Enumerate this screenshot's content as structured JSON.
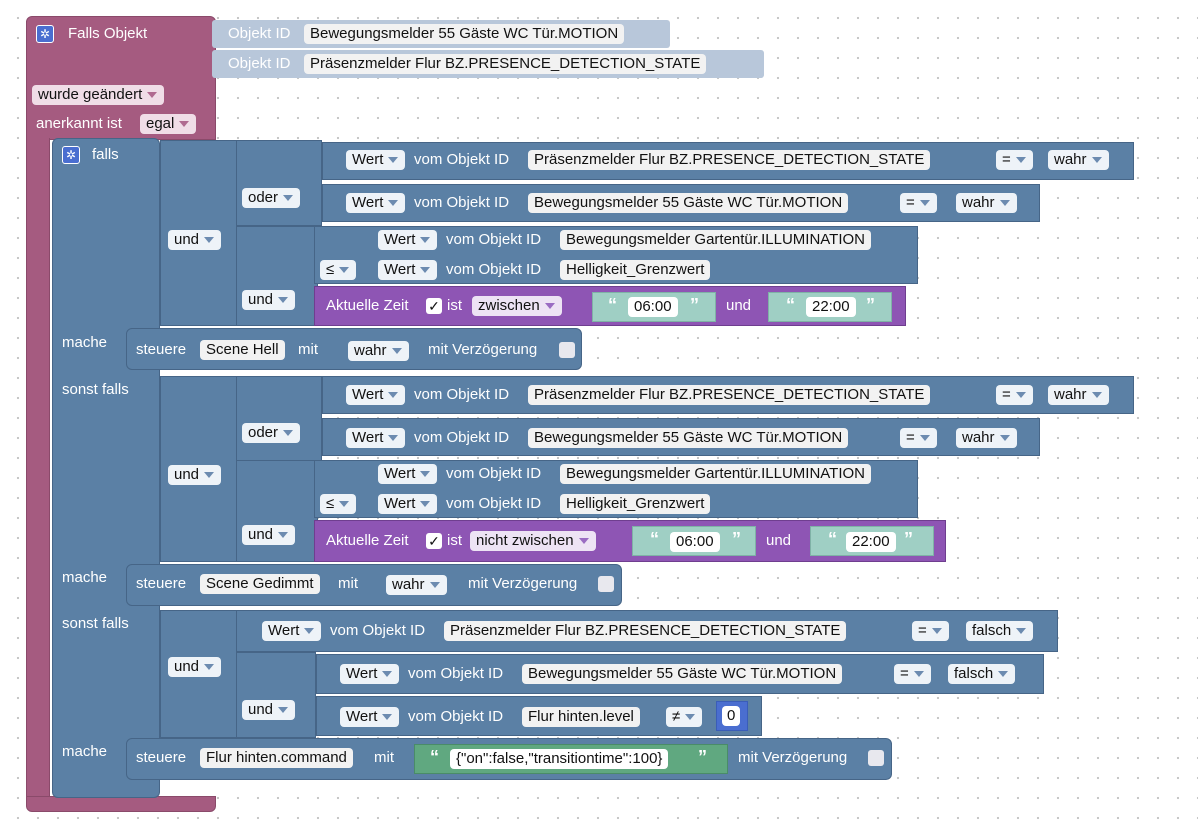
{
  "trigger": {
    "title": "Falls Objekt",
    "obj_label": "Objekt ID",
    "objects": [
      "Bewegungsmelder 55 Gäste WC Tür.MOTION",
      "Präsenzmelder Flur BZ.PRESENCE_DETECTION_STATE"
    ],
    "changed": "wurde geändert",
    "ack_label": "anerkannt ist",
    "ack_value": "egal"
  },
  "labels": {
    "falls": "falls",
    "mache": "mache",
    "sonst_falls": "sonst falls",
    "und": "und",
    "oder": "oder",
    "wert": "Wert",
    "vom_objekt": "vom Objekt ID",
    "eq": "=",
    "le": "≤",
    "ne": "≠",
    "aktuelle_zeit": "Aktuelle Zeit",
    "ist": "ist",
    "und_plain": "und",
    "steuere": "steuere",
    "mit": "mit",
    "mit_verz": "mit Verzögerung",
    "check": "✓",
    "open_q": "“",
    "close_q": "”"
  },
  "objects": {
    "presence": "Präsenzmelder Flur BZ.PRESENCE_DETECTION_STATE",
    "motion": "Bewegungsmelder 55 Gäste WC Tür.MOTION",
    "illum": "Bewegungsmelder Gartentür.ILLUMINATION",
    "limit": "Helligkeit_Grenzwert",
    "flur_level": "Flur hinten.level",
    "flur_cmd": "Flur hinten.command"
  },
  "values": {
    "wahr": "wahr",
    "falsch": "falsch",
    "zero": "0"
  },
  "branch1": {
    "time_op": "zwischen",
    "t1": "06:00",
    "t2": "22:00",
    "scene": "Scene Hell"
  },
  "branch2": {
    "time_op": "nicht zwischen",
    "t1": "06:00",
    "t2": "22:00",
    "scene": "Scene Gedimmt"
  },
  "branch3": {
    "command": "{\"on\":false,\"transitiontime\":100}"
  }
}
